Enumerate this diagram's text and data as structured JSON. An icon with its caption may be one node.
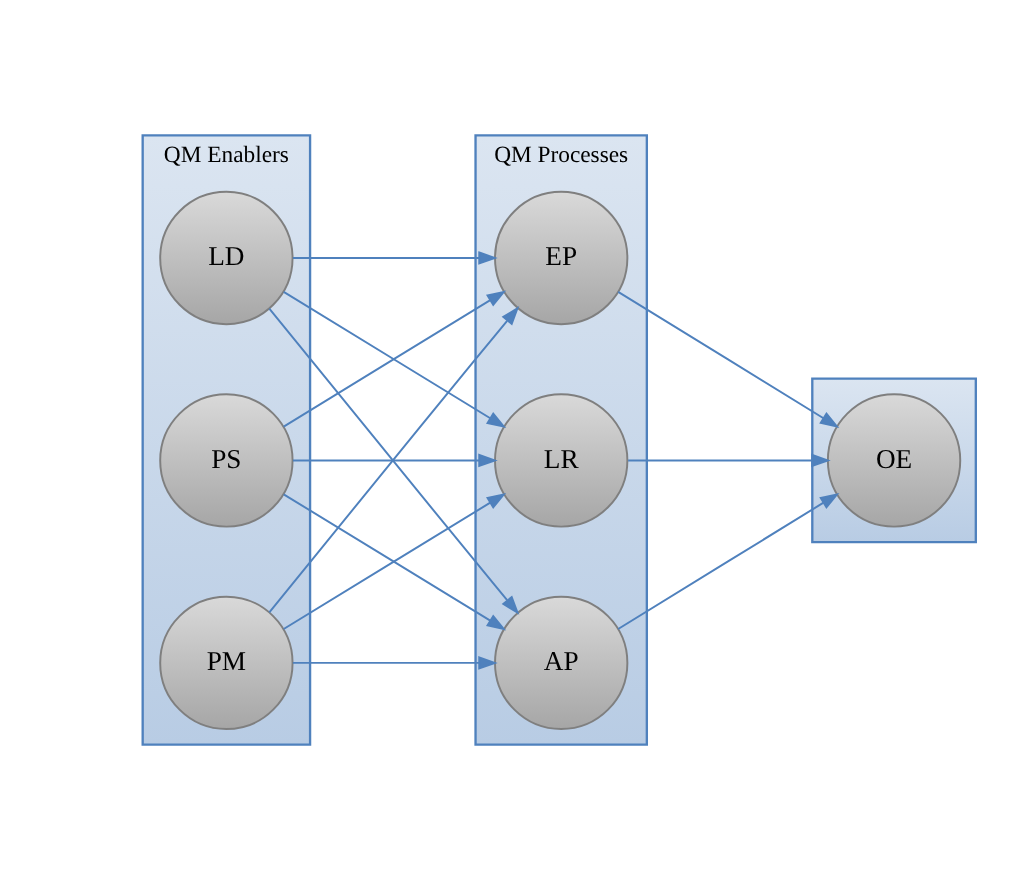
{
  "diagram": {
    "nodes": [
      {
        "text": [
          "QM Enablers"
        ]
      },
      {
        "text": [
          "LD"
        ],
        "in": 0
      },
      {
        "text": [
          "PM"
        ],
        "in": 0
      },
      {
        "text": [
          "PS"
        ],
        "in": 0
      },
      {
        "text": [
          "QM Processes"
        ]
      },
      {
        "text": [
          "EP"
        ],
        "in": 4
      },
      {
        "text": [
          "AP"
        ],
        "in": 4
      },
      {
        "text": [
          "LR"
        ],
        "in": 4
      },
      {
        "text": [],
        "shape": "box"
      },
      {
        "text": [
          "OE"
        ],
        "in": 8
      }
    ],
    "edges": [
      {
        "from": 1,
        "to": 5,
        "arrow": "to"
      },
      {
        "from": 1,
        "to": 6,
        "arrow": "to"
      },
      {
        "from": 1,
        "to": 7,
        "arrow": "to"
      },
      {
        "from": 2,
        "to": 5,
        "arrow": "to"
      },
      {
        "from": 2,
        "to": 6,
        "arrow": "to"
      },
      {
        "from": 2,
        "to": 7,
        "arrow": "to"
      },
      {
        "from": 3,
        "to": 5,
        "arrow": "to"
      },
      {
        "from": 3,
        "to": 6,
        "arrow": "to"
      },
      {
        "from": 3,
        "to": 7,
        "arrow": "to"
      },
      {
        "from": 5,
        "to": 9,
        "arrow": "to"
      },
      {
        "from": 6,
        "to": 9,
        "arrow": "to"
      },
      {
        "from": 7,
        "to": 9,
        "arrow": "to"
      }
    ]
  }
}
